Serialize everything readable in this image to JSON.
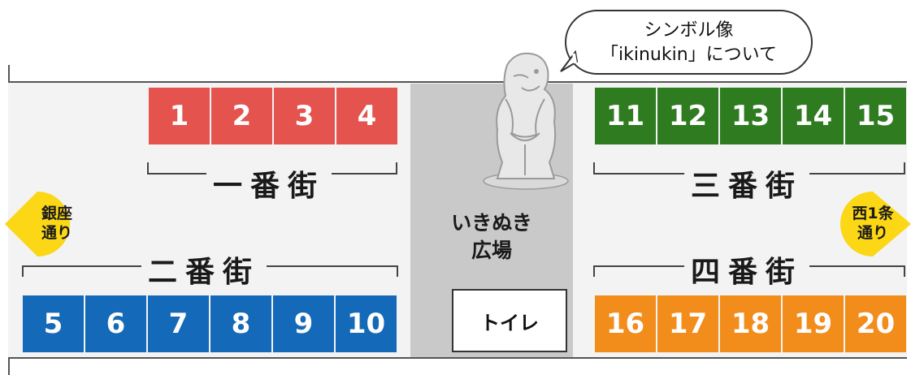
{
  "bubble": {
    "line1": "シンボル像",
    "line2": "「ikinukin」について"
  },
  "block1": {
    "name": "一番街",
    "color": "#e4534d",
    "shops": [
      "1",
      "2",
      "3",
      "4"
    ]
  },
  "block2": {
    "name": "二番街",
    "color": "#1469b8",
    "shops": [
      "5",
      "6",
      "7",
      "8",
      "9",
      "10"
    ]
  },
  "block3": {
    "name": "三番街",
    "color": "#2e7c1f",
    "shops": [
      "11",
      "12",
      "13",
      "14",
      "15"
    ]
  },
  "block4": {
    "name": "四番街",
    "color": "#f28c1b",
    "shops": [
      "16",
      "17",
      "18",
      "19",
      "20"
    ]
  },
  "plaza": {
    "line1": "いきぬき",
    "line2": "広場",
    "toilet": "トイレ"
  },
  "signs": {
    "left": {
      "line1": "銀座",
      "line2": "通り",
      "color": "#fbd716"
    },
    "right": {
      "line1": "西1条",
      "line2": "通り",
      "color": "#fbd716"
    }
  },
  "statue": {
    "icon": "statue-icon"
  }
}
